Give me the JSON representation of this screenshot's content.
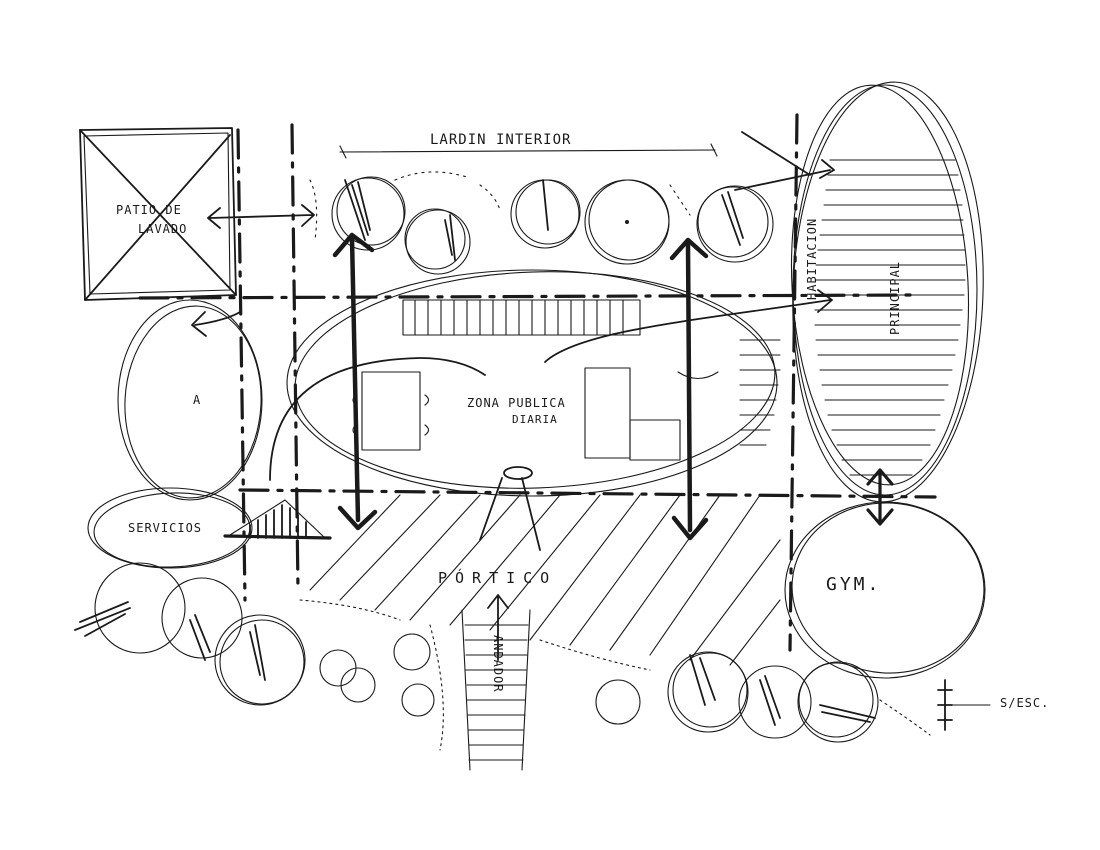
{
  "labels": {
    "jardin": "LARDIN INTERIOR",
    "patio_line1": "PATIO DE",
    "patio_line2": "LAVADO",
    "zona_line1": "ZONA PUBLICA",
    "zona_line2": "DIARIA",
    "habitacion_line1": "HABITACION",
    "habitacion_line2": "PRINCIPAL",
    "servicios": "SERVICIOS",
    "portico": "PÓRTICO",
    "andador": "ANDADOR",
    "gym": "GYM.",
    "scale": "S/ESC.",
    "marker_a": "A"
  },
  "ink_color": "#1a1a1a"
}
